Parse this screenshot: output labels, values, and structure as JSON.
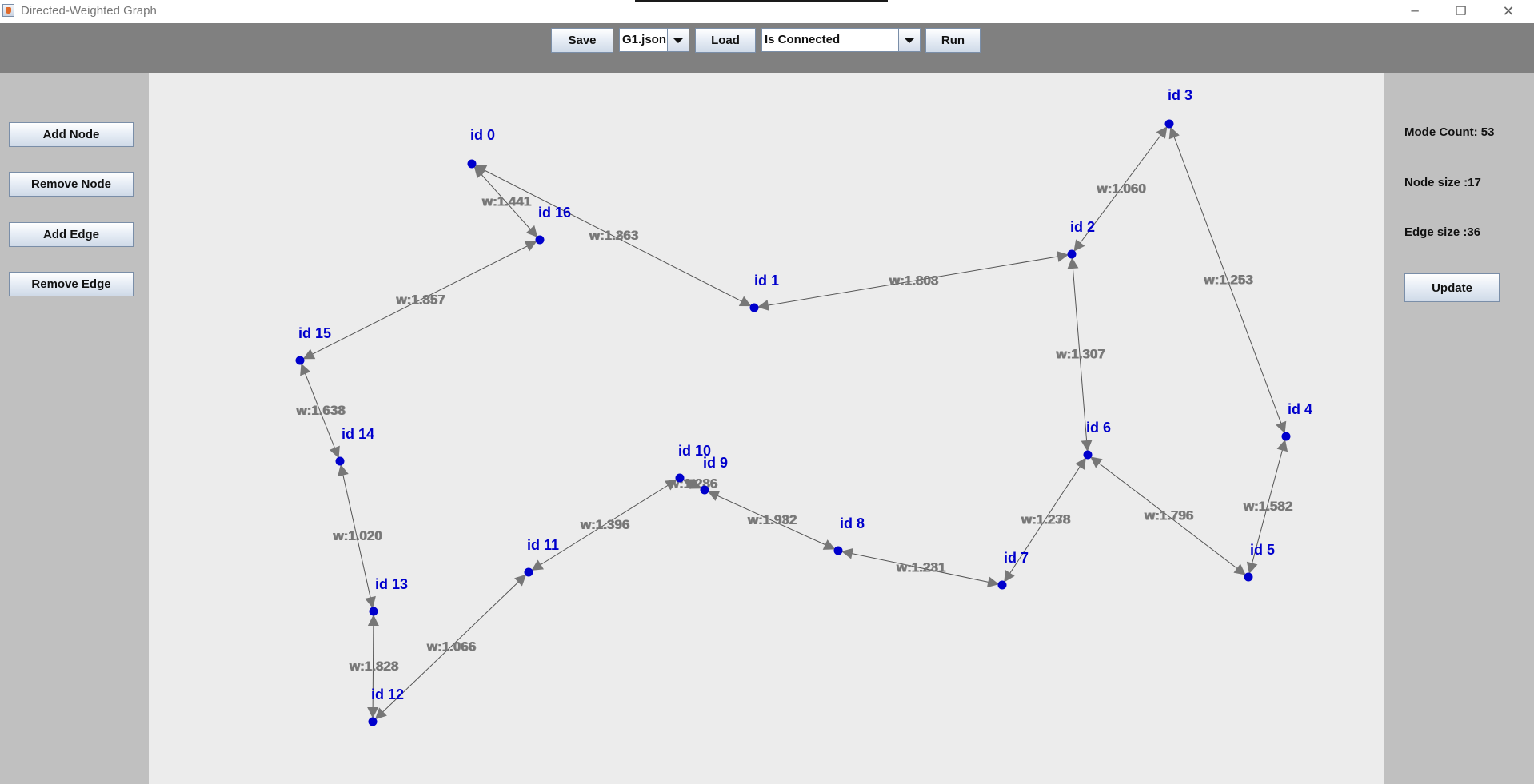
{
  "window": {
    "title": "Directed-Weighted Graph"
  },
  "toolbar": {
    "save_label": "Save",
    "file_select": "G1.json",
    "load_label": "Load",
    "algo_select": "Is Connected",
    "run_label": "Run"
  },
  "sidebar": {
    "add_node": "Add Node",
    "remove_node": "Remove Node",
    "add_edge": "Add Edge",
    "remove_edge": "Remove Edge"
  },
  "info": {
    "mode_count": "Mode Count: 53",
    "node_size": "Node size :17",
    "edge_size": "Edge size :36",
    "update_label": "Update"
  },
  "colors": {
    "node": "#0000cc",
    "node_label": "#0000cc",
    "edge": "#555555",
    "edge_label": "#777777"
  },
  "graph": {
    "nodes": [
      {
        "id": 0,
        "label": "id 0"
      },
      {
        "id": 1,
        "label": "id 1"
      },
      {
        "id": 2,
        "label": "id 2"
      },
      {
        "id": 3,
        "label": "id 3"
      },
      {
        "id": 4,
        "label": "id 4"
      },
      {
        "id": 5,
        "label": "id 5"
      },
      {
        "id": 6,
        "label": "id 6"
      },
      {
        "id": 7,
        "label": "id 7"
      },
      {
        "id": 8,
        "label": "id 8"
      },
      {
        "id": 9,
        "label": "id 9"
      },
      {
        "id": 10,
        "label": "id 10"
      },
      {
        "id": 11,
        "label": "id 11"
      },
      {
        "id": 12,
        "label": "id 12"
      },
      {
        "id": 13,
        "label": "id 13"
      },
      {
        "id": 14,
        "label": "id 14"
      },
      {
        "id": 15,
        "label": "id 15"
      },
      {
        "id": 16,
        "label": "id 16"
      }
    ],
    "edges": [
      {
        "a": 0,
        "b": 16,
        "w1": "w:1.441",
        "w2": "w:1.441"
      },
      {
        "a": 0,
        "b": 1,
        "w1": "w:1.263",
        "w2": "w:1.863"
      },
      {
        "a": 16,
        "b": 15,
        "w1": "w:1.857",
        "w2": "w:1.867"
      },
      {
        "a": 15,
        "b": 14,
        "w1": "w:1.638",
        "w2": "w:1.638"
      },
      {
        "a": 14,
        "b": 13,
        "w1": "w:1.020",
        "w2": "w:1.020"
      },
      {
        "a": 13,
        "b": 12,
        "w1": "w:1.828",
        "w2": "w:1.828"
      },
      {
        "a": 12,
        "b": 11,
        "w1": "w:1.066",
        "w2": "w:1.066"
      },
      {
        "a": 11,
        "b": 10,
        "w1": "w:1.396",
        "w2": "w:1.396"
      },
      {
        "a": 10,
        "b": 9,
        "w1": "w:1.286",
        "w2": "w:1.286"
      },
      {
        "a": 9,
        "b": 8,
        "w1": "w:1.932",
        "w2": "w:1.982"
      },
      {
        "a": 8,
        "b": 7,
        "w1": "w:1.231",
        "w2": "w:1.281"
      },
      {
        "a": 7,
        "b": 6,
        "w1": "w:1.238",
        "w2": "w:1.278"
      },
      {
        "a": 6,
        "b": 5,
        "w1": "w:1.796",
        "w2": "w:1.796"
      },
      {
        "a": 5,
        "b": 4,
        "w1": "w:1.582",
        "w2": "w:1.582"
      },
      {
        "a": 4,
        "b": 3,
        "w1": "w:1.253",
        "w2": "w:1.263"
      },
      {
        "a": 3,
        "b": 2,
        "w1": "w:1.060",
        "w2": "w:1.060"
      },
      {
        "a": 2,
        "b": 6,
        "w1": "w:1.307",
        "w2": "w:1.307"
      },
      {
        "a": 2,
        "b": 1,
        "w1": "w:1.808",
        "w2": "w:1.803"
      }
    ]
  }
}
